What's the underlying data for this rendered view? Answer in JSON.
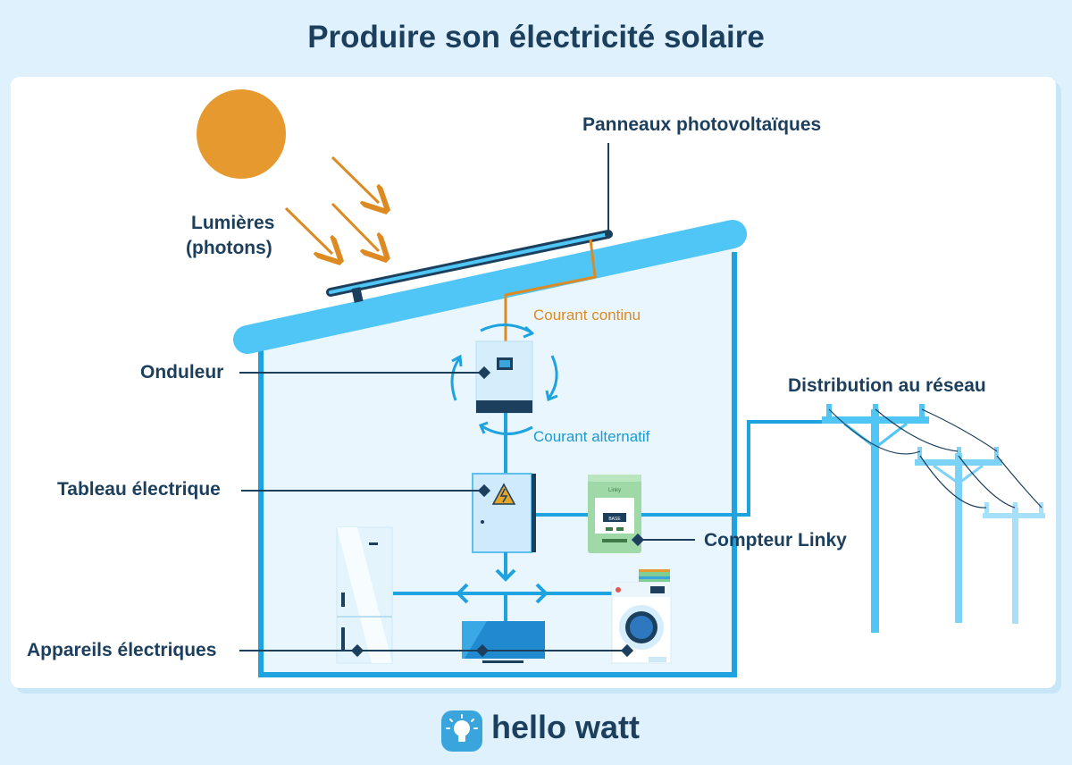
{
  "title": "Produire son électricité solaire",
  "labels": {
    "panels": "Panneaux photovoltaïques",
    "light_line1": "Lumières",
    "light_line2": "(photons)",
    "dc_current": "Courant continu",
    "ac_current": "Courant alternatif",
    "inverter": "Onduleur",
    "grid_distribution": "Distribution au réseau",
    "electrical_panel": "Tableau électrique",
    "linky_meter": "Compteur Linky",
    "appliances": "Appareils électriques"
  },
  "meter_text": {
    "brand": "Linky",
    "display": "BASE"
  },
  "brand": {
    "name": "hello watt"
  },
  "colors": {
    "title": "#1c3f5d",
    "sun": "#e5992e",
    "dc_orange": "#dd8a22",
    "wire_blue": "#1fa3e0",
    "roof_blue": "#4fc6f5",
    "house_fill": "#eaf6fd",
    "meter_green": "#9fd9a8"
  }
}
